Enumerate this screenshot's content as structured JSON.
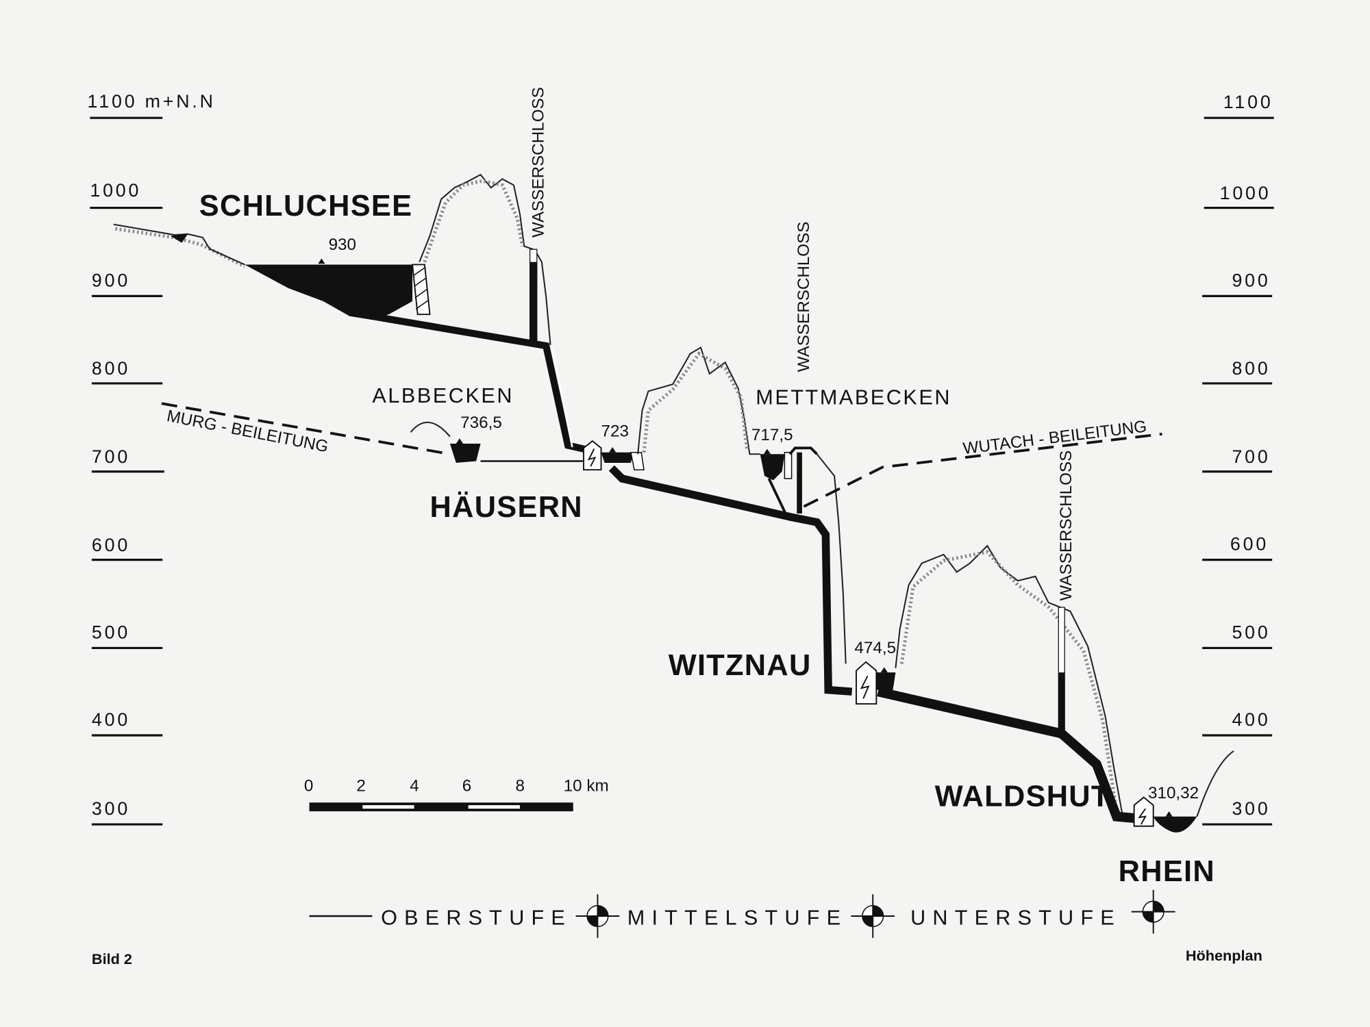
{
  "axis": {
    "unit_label": "1100 m+N.N",
    "left_ticks": [
      "1000",
      "900",
      "800",
      "700",
      "600",
      "500",
      "400",
      "300"
    ],
    "right_ticks": [
      "1100",
      "1000",
      "900",
      "800",
      "700",
      "600",
      "500",
      "400",
      "300"
    ]
  },
  "places": {
    "schluchsee": "SCHLUCHSEE",
    "albbecken": "ALBBECKEN",
    "haeusern": "HÄUSERN",
    "mettmabecken": "METTMABECKEN",
    "witznau": "WITZNAU",
    "waldshut": "WALDSHUT",
    "rhein": "RHEIN"
  },
  "levels": {
    "schluchsee": "930",
    "albbecken": "736,5",
    "haeusern": "723",
    "mettmabecken": "717,5",
    "witznau": "474,5",
    "rhein": "310,32"
  },
  "surge_tank_label": "WASSERSCHLOSS",
  "pipelines": {
    "murg": "MURG - BEILEITUNG",
    "wutach": "WUTACH - BEILEITUNG"
  },
  "scale": {
    "labels": [
      "0",
      "2",
      "4",
      "6",
      "8",
      "10 km"
    ]
  },
  "legend": [
    "OBERSTUFE",
    "MITTELSTUFE",
    "UNTERSTUFE"
  ],
  "caption_left": "Bild 2",
  "caption_right": "Höhenplan"
}
